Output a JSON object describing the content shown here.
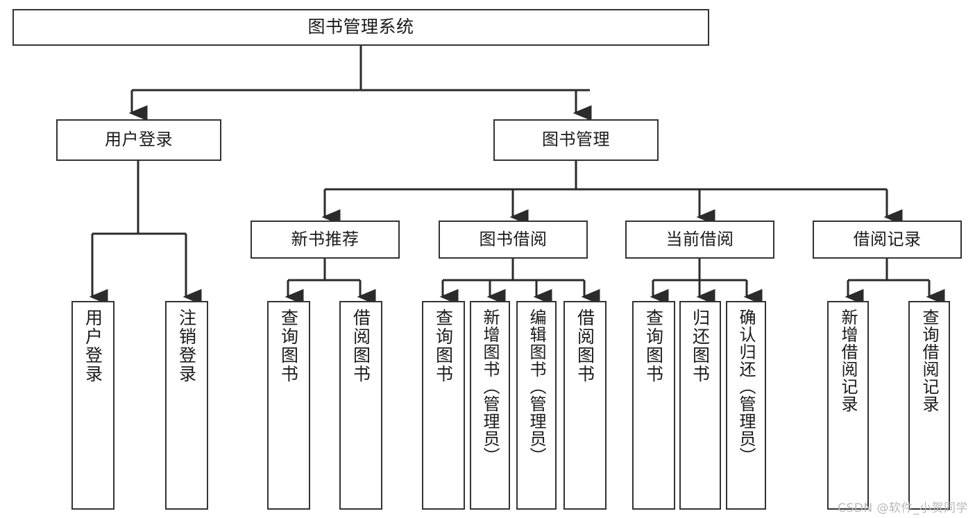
{
  "diagram": {
    "type": "tree",
    "title": "图书管理系统",
    "root": {
      "id": "root",
      "label": "图书管理系统",
      "orientation": "horizontal"
    },
    "level1": [
      {
        "id": "user-login",
        "label": "用户登录",
        "orientation": "horizontal"
      },
      {
        "id": "book-manage",
        "label": "图书管理",
        "orientation": "horizontal"
      }
    ],
    "level2": [
      {
        "id": "new-book-recommend",
        "label": "新书推荐",
        "parent": "book-manage",
        "orientation": "horizontal"
      },
      {
        "id": "book-borrow",
        "label": "图书借阅",
        "parent": "book-manage",
        "orientation": "horizontal"
      },
      {
        "id": "current-borrow",
        "label": "当前借阅",
        "parent": "book-manage",
        "orientation": "horizontal"
      },
      {
        "id": "borrow-record",
        "label": "借阅记录",
        "parent": "book-manage",
        "orientation": "horizontal"
      }
    ],
    "leaves": [
      {
        "id": "leaf-user-login",
        "label": "用户登录",
        "parent": "user-login",
        "orientation": "vertical"
      },
      {
        "id": "leaf-logout-login",
        "label": "注销登录",
        "parent": "user-login",
        "orientation": "vertical"
      },
      {
        "id": "leaf-query-book-1",
        "label": "查询图书",
        "parent": "new-book-recommend",
        "orientation": "vertical"
      },
      {
        "id": "leaf-borrow-book-1",
        "label": "借阅图书",
        "parent": "new-book-recommend",
        "orientation": "vertical"
      },
      {
        "id": "leaf-query-book-2",
        "label": "查询图书",
        "parent": "book-borrow",
        "orientation": "vertical"
      },
      {
        "id": "leaf-add-book",
        "label": "新增图书（管理员）",
        "parent": "book-borrow",
        "orientation": "vertical"
      },
      {
        "id": "leaf-edit-book",
        "label": "编辑图书（管理员）",
        "parent": "book-borrow",
        "orientation": "vertical"
      },
      {
        "id": "leaf-borrow-book-2",
        "label": "借阅图书",
        "parent": "book-borrow",
        "orientation": "vertical"
      },
      {
        "id": "leaf-query-book-3",
        "label": "查询图书",
        "parent": "current-borrow",
        "orientation": "vertical"
      },
      {
        "id": "leaf-return-book",
        "label": "归还图书",
        "parent": "current-borrow",
        "orientation": "vertical"
      },
      {
        "id": "leaf-confirm-return",
        "label": "确认归还（管理员）",
        "parent": "current-borrow",
        "orientation": "vertical"
      },
      {
        "id": "leaf-add-record",
        "label": "新增借阅记录",
        "parent": "borrow-record",
        "orientation": "vertical"
      },
      {
        "id": "leaf-query-record",
        "label": "查询借阅记录",
        "parent": "borrow-record",
        "orientation": "vertical"
      }
    ],
    "watermark": "CSDN @软件_小贺同学",
    "colors": {
      "background": "#ffffff",
      "box_border": "#333333",
      "box_fill": "#ffffff",
      "edge": "#2b2b2b",
      "text": "#1a1a1a",
      "watermark": "#b9b9b9"
    }
  }
}
